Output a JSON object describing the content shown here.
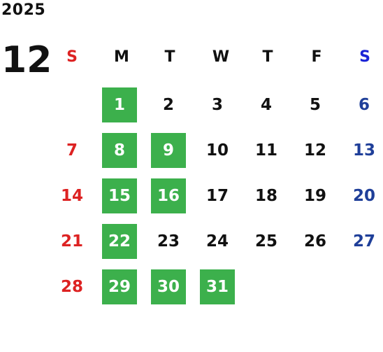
{
  "year": "2025",
  "month": "12",
  "weekdays": [
    "S",
    "M",
    "T",
    "W",
    "T",
    "F",
    "S"
  ],
  "weeks": [
    [
      "",
      "1",
      "2",
      "3",
      "4",
      "5",
      "6"
    ],
    [
      "7",
      "8",
      "9",
      "10",
      "11",
      "12",
      "13"
    ],
    [
      "14",
      "15",
      "16",
      "17",
      "18",
      "19",
      "20"
    ],
    [
      "21",
      "22",
      "23",
      "24",
      "25",
      "26",
      "27"
    ],
    [
      "28",
      "29",
      "30",
      "31",
      "",
      "",
      ""
    ]
  ],
  "highlighted_days": [
    "1",
    "8",
    "9",
    "15",
    "16",
    "22",
    "29",
    "30",
    "31"
  ],
  "colors": {
    "sunday": "#dd2222",
    "saturday_header": "#1a23d6",
    "saturday": "#1f3f99",
    "highlight": "#3cb04c",
    "text": "#111111"
  }
}
